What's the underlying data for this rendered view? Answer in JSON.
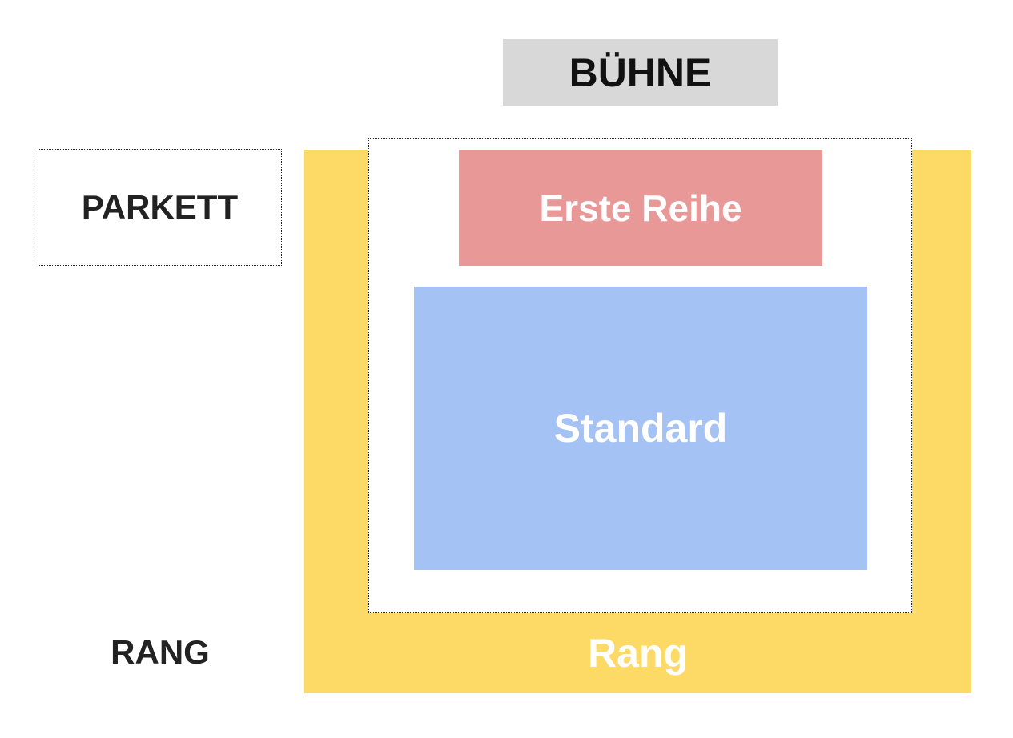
{
  "stage": {
    "label": "BÜHNE",
    "color": "#d8d8d8"
  },
  "legend": {
    "parkett_label": "PARKETT",
    "rang_label": "RANG"
  },
  "sections": {
    "rang": {
      "label": "Rang",
      "color": "#fdd966"
    },
    "erste_reihe": {
      "label": "Erste Reihe",
      "color": "#e99898"
    },
    "standard": {
      "label": "Standard",
      "color": "#a4c2f3"
    }
  }
}
